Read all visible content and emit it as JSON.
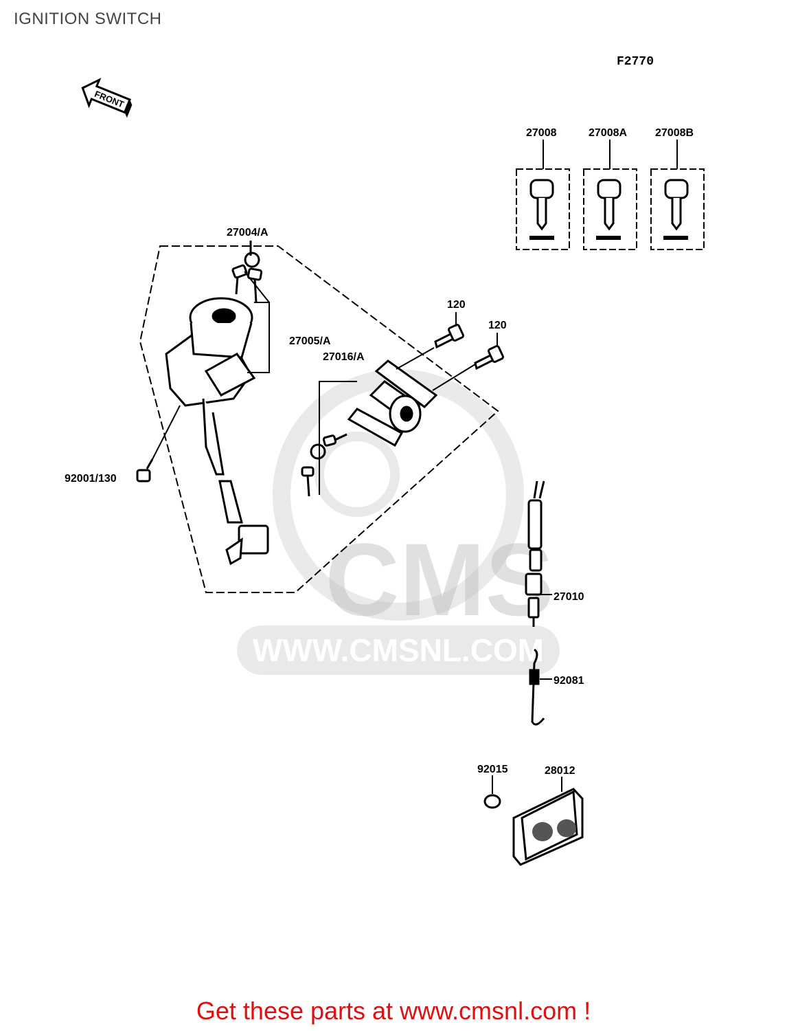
{
  "page": {
    "title": "IGNITION SWITCH"
  },
  "diagram": {
    "fig_code": "F2770",
    "front_label": "FRONT",
    "parts": [
      {
        "id": "27004/A"
      },
      {
        "id": "27005/A"
      },
      {
        "id": "27016/A"
      },
      {
        "id": "120"
      },
      {
        "id": "120"
      },
      {
        "id": "92001/130"
      },
      {
        "id": "27008"
      },
      {
        "id": "27008A"
      },
      {
        "id": "27008B"
      },
      {
        "id": "27010"
      },
      {
        "id": "92081"
      },
      {
        "id": "92015"
      },
      {
        "id": "28012"
      }
    ]
  },
  "watermark": {
    "brand": "CMS",
    "url": "WWW.CMSNL.COM"
  },
  "footer": {
    "text": "Get these parts at www.cmsnl.com !",
    "color": "#dd1111"
  }
}
